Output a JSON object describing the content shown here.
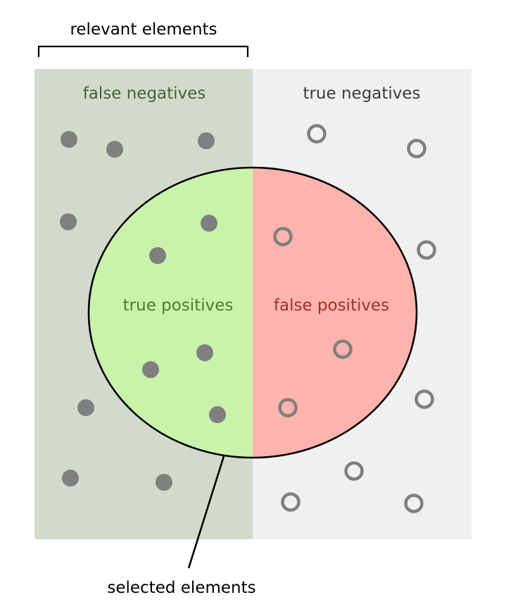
{
  "labels": {
    "relevant": "relevant elements",
    "selected": "selected elements",
    "false_negatives": "false negatives",
    "true_negatives": "true negatives",
    "true_positives": "true positives",
    "false_positives": "false positives"
  },
  "colors": {
    "relevant_region": "#d2dbcb",
    "irrelevant_region": "#f0f0f0",
    "true_positive_fill": "#c9f2ab",
    "false_positive_fill": "#ffb3ad",
    "false_negatives_text": "#4a5e3a",
    "true_negatives_text": "#3c3c3c",
    "true_positives_text": "#4a7a30",
    "false_positives_text": "#a03030",
    "dot": "#7f7f7f",
    "outline": "#000000"
  },
  "element_markers": {
    "relevant": "filled-dot",
    "not_relevant": "hollow-ring"
  }
}
